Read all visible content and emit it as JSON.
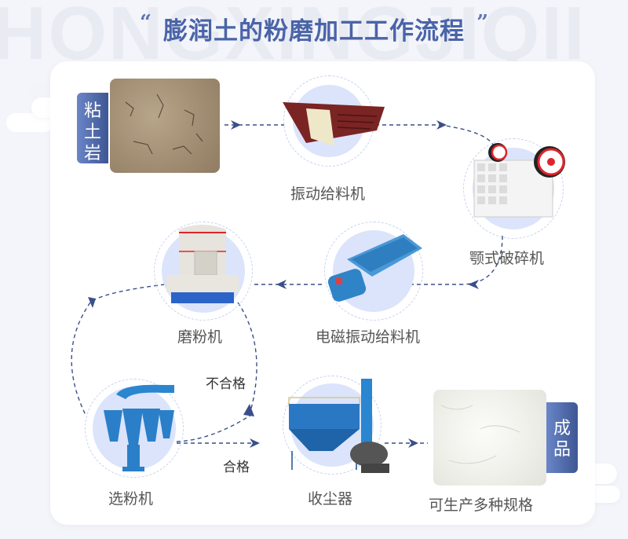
{
  "header": {
    "watermark": "HONGXINGJIQII",
    "title": "膨润土的粉磨加工工作流程",
    "quote_open": "“",
    "quote_close": "”"
  },
  "colors": {
    "accent": "#4a64a8",
    "arrow": "#3a4f8a",
    "circle_fill": "#dbe4fb",
    "tag_gradient_start": "#6a86c8",
    "tag_gradient_end": "#3e5693"
  },
  "nodes": {
    "raw_material": {
      "tag": "粘\n土\n岩",
      "tag_chars": [
        "粘",
        "土",
        "岩"
      ],
      "icon": "clay-rock-photo"
    },
    "vibrating_feeder": {
      "label": "振动给料机",
      "icon": "vibrating-feeder-machine"
    },
    "jaw_crusher": {
      "label": "颚式破碎机",
      "icon": "jaw-crusher-machine"
    },
    "electromagnetic_feeder": {
      "label": "电磁振动给料机",
      "icon": "electromagnetic-feeder-machine"
    },
    "grinding_mill": {
      "label": "磨粉机",
      "icon": "grinding-mill-machine"
    },
    "classifier": {
      "label": "选粉机",
      "icon": "powder-classifier-machine"
    },
    "dust_collector": {
      "label": "收尘器",
      "icon": "dust-collector-machine"
    },
    "product": {
      "tag_chars": [
        "成",
        "品"
      ],
      "label": "可生产多种规格",
      "icon": "fine-powder-photo"
    }
  },
  "flow_labels": {
    "unqualified": "不合格",
    "qualified": "合格"
  }
}
